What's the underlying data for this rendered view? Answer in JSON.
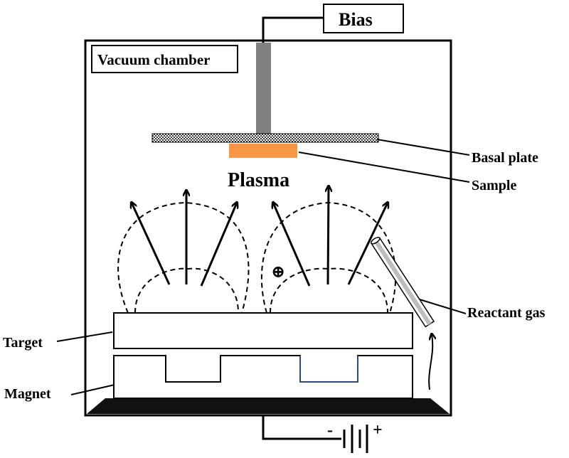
{
  "labels": {
    "bias": "Bias",
    "vacuum_chamber": "Vacuum chamber",
    "plasma": "Plasma",
    "basal_plate": "Basal plate",
    "sample": "Sample",
    "reactant_gas": "Reactant gas",
    "target": "Target",
    "magnet": "Magnet",
    "battery_minus": "-",
    "battery_plus": "+",
    "ion_symbol": "⊕"
  },
  "colors": {
    "sample": "#f79646",
    "rod": "#808080",
    "magnet_right_notch": "#2e4a7a"
  }
}
